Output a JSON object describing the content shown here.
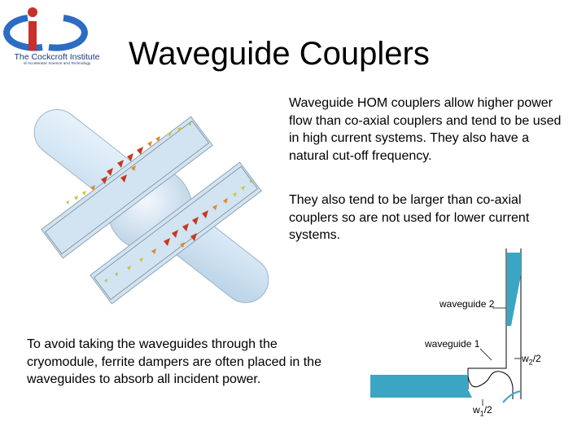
{
  "logo": {
    "name": "The Cockcroft Institute",
    "subtitle": "of Accelerator Science and Technology",
    "colors": {
      "blue": "#2b6cc4",
      "red": "#c8302c"
    }
  },
  "slide": {
    "title": "Waveguide Couplers",
    "paragraphs": [
      "Waveguide HOM couplers allow higher power flow than co-axial couplers and tend to be used in high current systems. They also have a natural cut-off frequency.",
      "They also tend to be larger than co-axial couplers so are not used for lower current systems.",
      "To avoid taking the waveguides through the cryomodule, ferrite dampers are often placed in the waveguides to absorb all incident power."
    ]
  },
  "diagram": {
    "waveguide2": "waveguide 2",
    "waveguide1": "waveguide 1",
    "w2_label": {
      "base": "w",
      "sub": "2",
      "suffix": "/2"
    },
    "w1_label": {
      "base": "w",
      "sub": "1",
      "suffix": "/2"
    },
    "fill_color": "#3aa6c4"
  }
}
